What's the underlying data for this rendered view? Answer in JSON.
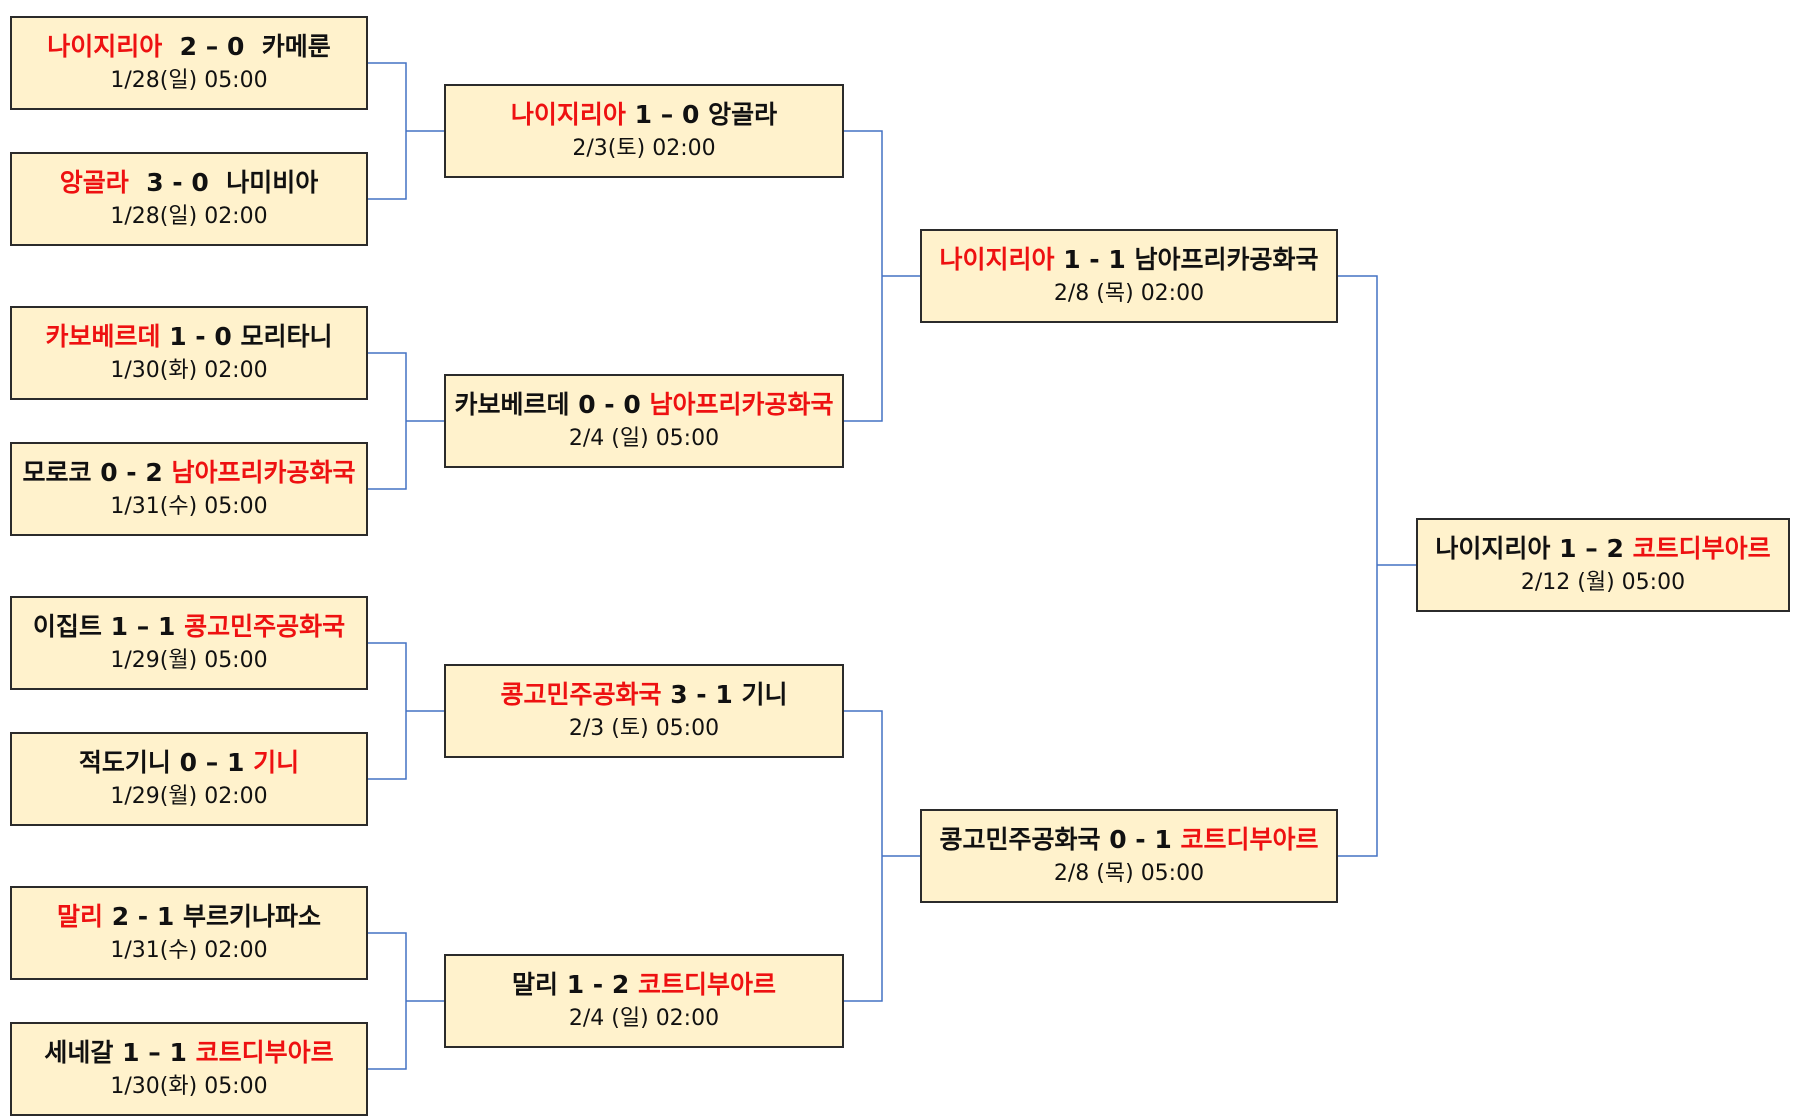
{
  "colors": {
    "winner": "#ee1111",
    "box_bg": "#fff2cc",
    "connector": "#4472c4"
  },
  "round16": [
    {
      "home": "나이지리아",
      "score": "2 – 0",
      "away": "카메룬",
      "winner": "home",
      "date": "1/28(일) 05:00"
    },
    {
      "home": "앙골라",
      "score": "3 - 0",
      "away": "나미비아",
      "winner": "home",
      "date": "1/28(일) 02:00"
    },
    {
      "home": "카보베르데",
      "score": "1 - 0",
      "away": "모리타니",
      "winner": "home",
      "date": "1/30(화) 02:00"
    },
    {
      "home": "모로코",
      "score": "0 - 2",
      "away": "남아프리카공화국",
      "winner": "away",
      "date": "1/31(수) 05:00"
    },
    {
      "home": "이집트",
      "score": "1 – 1",
      "away": "콩고민주공화국",
      "winner": "away",
      "date": "1/29(월) 05:00"
    },
    {
      "home": "적도기니",
      "score": "0 – 1",
      "away": "기니",
      "winner": "away",
      "date": "1/29(월) 02:00"
    },
    {
      "home": "말리",
      "score": "2 - 1",
      "away": "부르키나파소",
      "winner": "home",
      "date": "1/31(수) 02:00"
    },
    {
      "home": "세네갈",
      "score": "1 – 1",
      "away": "코트디부아르",
      "winner": "away",
      "date": "1/30(화) 05:00"
    }
  ],
  "quarterfinals": [
    {
      "home": "나이지리아",
      "score": "1 – 0",
      "away": "앙골라",
      "winner": "home",
      "date": "2/3(토) 02:00"
    },
    {
      "home": "카보베르데",
      "score": "0 - 0",
      "away": "남아프리카공화국",
      "winner": "away",
      "date": "2/4 (일) 05:00"
    },
    {
      "home": "콩고민주공화국",
      "score": "3 - 1",
      "away": "기니",
      "winner": "home",
      "date": "2/3 (토) 05:00"
    },
    {
      "home": "말리",
      "score": "1 - 2",
      "away": "코트디부아르",
      "winner": "away",
      "date": "2/4 (일) 02:00"
    }
  ],
  "semifinals": [
    {
      "home": "나이지리아",
      "score": "1 - 1",
      "away": "남아프리카공화국",
      "winner": "home",
      "date": "2/8 (목) 02:00"
    },
    {
      "home": "콩고민주공화국",
      "score": "0 - 1",
      "away": "코트디부아르",
      "winner": "away",
      "date": "2/8 (목) 05:00"
    }
  ],
  "final": [
    {
      "home": "나이지리아",
      "score": "1 – 2",
      "away": "코트디부아르",
      "winner": "away",
      "date": "2/12 (월) 05:00"
    }
  ]
}
